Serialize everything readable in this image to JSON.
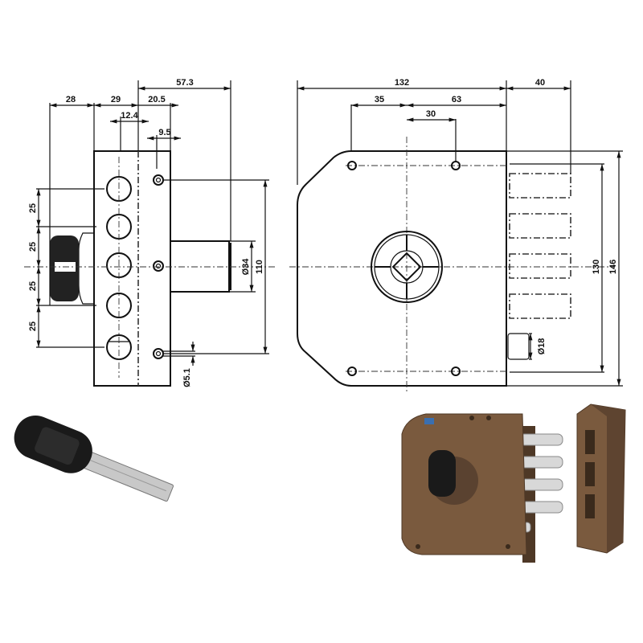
{
  "side_view": {
    "dims": {
      "w28": "28",
      "w29": "29",
      "w20_5": "20.5",
      "w57_3": "57.3",
      "w12_4": "12.4",
      "w9_5": "9.5",
      "p1": "25",
      "p2": "25",
      "p3": "25",
      "p4": "25",
      "cyl_dia": "Ø34",
      "h110": "110",
      "screw_dia": "Ø5.1"
    }
  },
  "front_view": {
    "dims": {
      "w132": "132",
      "w35": "35",
      "w63": "63",
      "w30": "30",
      "w40": "40",
      "h130": "130",
      "h146": "146",
      "bolt_dia": "Ø18"
    }
  },
  "colors": {
    "lock_body": "#7a5a3e",
    "lock_shadow": "#4e3826",
    "bolt_chrome": "#d8d8d8",
    "key_head": "#1a1a1a",
    "key_blade": "#c8c8c8"
  }
}
